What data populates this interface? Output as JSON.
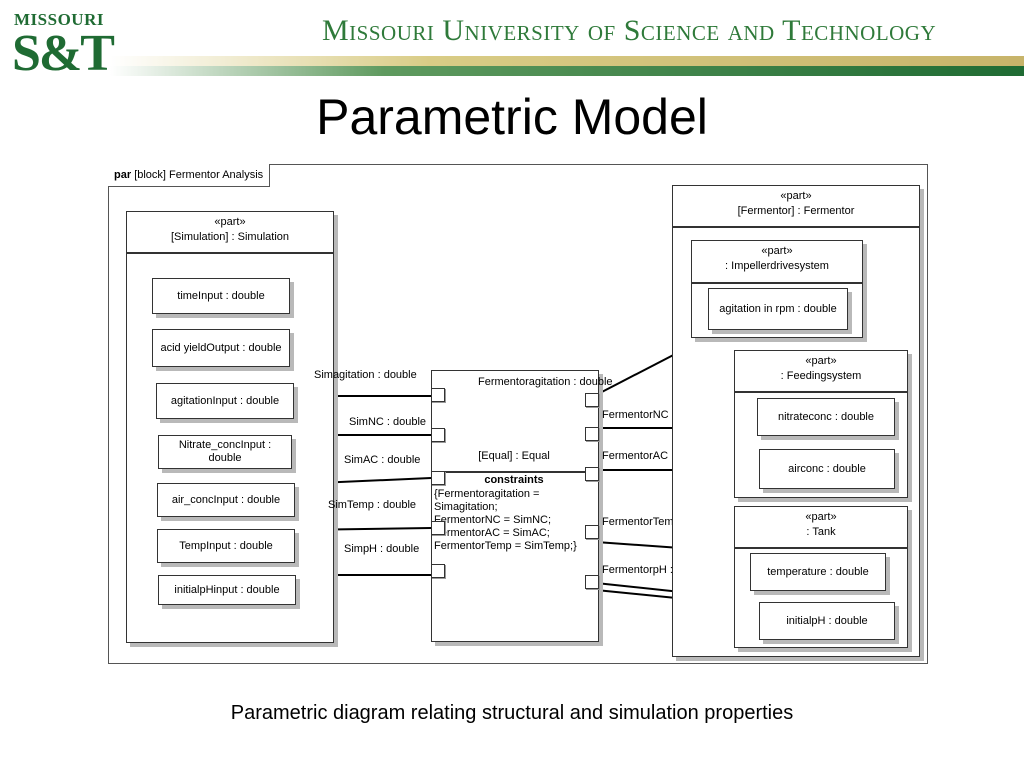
{
  "header": {
    "logo_top": "MISSOURI",
    "logo_main": "S&T",
    "university_name": "Missouri University of Science and Technology",
    "accent_green": "#1f6b33",
    "accent_gold": "#c7b46a"
  },
  "slide": {
    "title": "Parametric Model",
    "caption": "Parametric diagram relating structural and simulation properties"
  },
  "diagram": {
    "frame_keyword": "par",
    "frame_label": "[block] Fermentor Analysis",
    "simulation": {
      "stereotype": "«part»",
      "name": "[Simulation] : Simulation",
      "props": [
        "timeInput : double",
        "acid yieldOutput : double",
        "agitationInput : double",
        "Nitrate_concInput : double",
        "air_concInput : double",
        "TempInput : double",
        "initialpHinput : double"
      ]
    },
    "fermentor": {
      "stereotype": "«part»",
      "name": "[Fermentor] : Fermentor",
      "impeller": {
        "stereotype": "«part»",
        "name": ": Impellerdrivesystem",
        "props": [
          "agitation in rpm : double"
        ]
      },
      "feeding": {
        "stereotype": "«part»",
        "name": ": Feedingsystem",
        "props": [
          "nitrateconc : double",
          "airconc : double"
        ]
      },
      "tank": {
        "stereotype": "«part»",
        "name": ": Tank",
        "props": [
          "temperature : double",
          "initialpH : double"
        ]
      }
    },
    "constraint_block": {
      "name": "[Equal] : Equal",
      "compartment": "constraints",
      "text": "{Fermentoragitation =\nSimagitation;\nFermentorNC = SimNC;\nFermentorAC = SimAC;\nFermentorTemp = SimTemp;}",
      "left_ports": [
        "Simagitation : double",
        "SimNC : double",
        "SimAC : double",
        "SimTemp : double",
        "SimpH : double"
      ],
      "right_ports": [
        "Fermentoragitation : double",
        "FermentorNC : double",
        "FermentorAC : double",
        "FermentorTemp : double",
        "FermentorpH : double"
      ]
    }
  }
}
